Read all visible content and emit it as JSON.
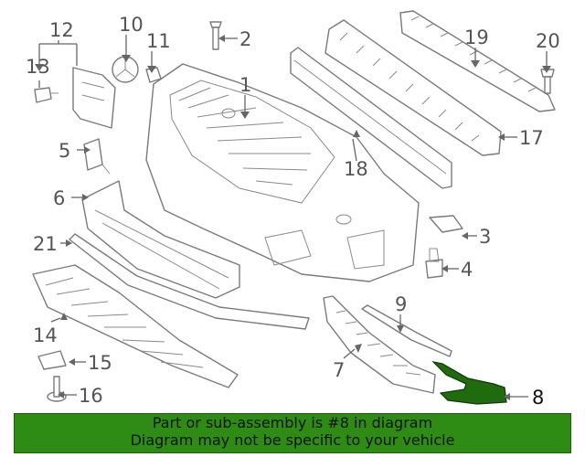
{
  "callouts": {
    "c1": "1",
    "c2": "2",
    "c3": "3",
    "c4": "4",
    "c5": "5",
    "c6": "6",
    "c7": "7",
    "c8": "8",
    "c9": "9",
    "c10": "10",
    "c11": "11",
    "c12": "12",
    "c13": "13",
    "c14": "14",
    "c15": "15",
    "c16": "16",
    "c17": "17",
    "c18": "18",
    "c19": "19",
    "c20": "20",
    "c21": "21"
  },
  "highlighted_part": "8",
  "colors": {
    "highlight": "#1f6b0e",
    "banner_bg": "#2e8b14",
    "line_art": "#7a7a7a"
  },
  "banner": {
    "line1": "Part or sub-assembly is #8 in diagram",
    "line2": "Diagram may not be specific to your vehicle"
  }
}
